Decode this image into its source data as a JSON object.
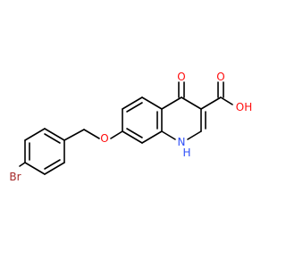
{
  "molecule": {
    "atoms": [
      {
        "id": "o-carbonyl",
        "label": "O",
        "color": "#ff0d0d"
      },
      {
        "id": "o-hydroxyl",
        "label": "OH",
        "color": "#ff0d0d"
      },
      {
        "id": "o-ether",
        "label": "O",
        "color": "#ff0d0d"
      },
      {
        "id": "n-ring",
        "label": "N",
        "color": "#3050f8"
      },
      {
        "id": "h-on-n",
        "label": "H",
        "color": "#3050f8"
      },
      {
        "id": "br",
        "label": "Br",
        "color": "#a62929"
      }
    ],
    "bond_color": "#000000"
  }
}
